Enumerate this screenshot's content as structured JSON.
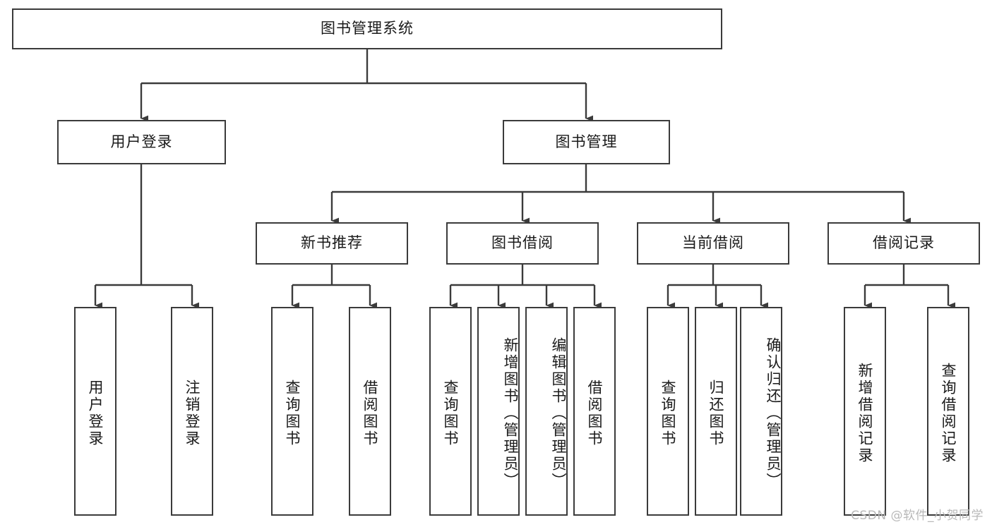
{
  "diagram": {
    "type": "tree",
    "title": "图书管理系统",
    "root": {
      "id": "root",
      "label": "图书管理系统"
    },
    "level2": [
      {
        "id": "login",
        "label": "用户登录"
      },
      {
        "id": "bookmgmt",
        "label": "图书管理"
      }
    ],
    "level3": [
      {
        "id": "newbook",
        "label": "新书推荐",
        "parent": "bookmgmt"
      },
      {
        "id": "borrow",
        "label": "图书借阅",
        "parent": "bookmgmt"
      },
      {
        "id": "current",
        "label": "当前借阅",
        "parent": "bookmgmt"
      },
      {
        "id": "record",
        "label": "借阅记录",
        "parent": "bookmgmt"
      }
    ],
    "leaves": {
      "login": [
        {
          "id": "leaf-user-login",
          "label": "用户登录"
        },
        {
          "id": "leaf-logout",
          "label": "注销登录"
        }
      ],
      "newbook": [
        {
          "id": "leaf-query-book-1",
          "label": "查询图书"
        },
        {
          "id": "leaf-borrow-book-1",
          "label": "借阅图书"
        }
      ],
      "borrow": [
        {
          "id": "leaf-query-book-2",
          "label": "查询图书"
        },
        {
          "id": "leaf-add-book",
          "label": "新增图书（管理员）"
        },
        {
          "id": "leaf-edit-book",
          "label": "编辑图书（管理员）"
        },
        {
          "id": "leaf-borrow-book-2",
          "label": "借阅图书"
        }
      ],
      "current": [
        {
          "id": "leaf-query-book-3",
          "label": "查询图书"
        },
        {
          "id": "leaf-return-book",
          "label": "归还图书"
        },
        {
          "id": "leaf-confirm-return",
          "label": "确认归还（管理员）"
        }
      ],
      "record": [
        {
          "id": "leaf-add-record",
          "label": "新增借阅记录"
        },
        {
          "id": "leaf-query-record",
          "label": "查询借阅记录"
        }
      ]
    }
  },
  "watermark": {
    "text": "CSDN @软件_小贺同学"
  },
  "colors": {
    "stroke": "#3b3b3b",
    "background": "#ffffff",
    "text": "#1a1a1a",
    "watermark": "#b8b8b8"
  }
}
